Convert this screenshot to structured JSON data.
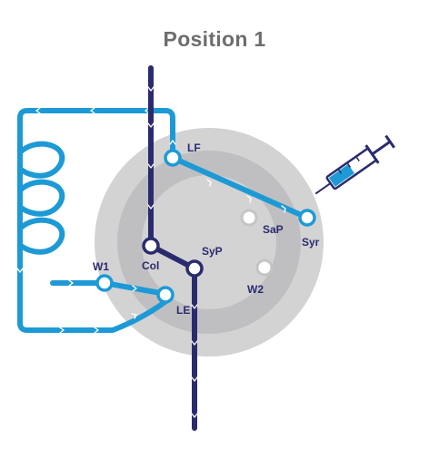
{
  "title": "Position 1",
  "ports": {
    "lf": "LF",
    "sap": "SaP",
    "syr": "Syr",
    "col": "Col",
    "syp": "SyP",
    "w1": "W1",
    "le": "LE",
    "w2": "W2"
  },
  "colors": {
    "valve_outer": "#d3d3d4",
    "valve_middle": "#bfbfc1",
    "valve_inner": "#d3d3d4",
    "light_line": "#1d9ad6",
    "dark_line": "#2a2b6e",
    "label_text": "#2a2b6e",
    "title_text": "#6d6d70"
  }
}
